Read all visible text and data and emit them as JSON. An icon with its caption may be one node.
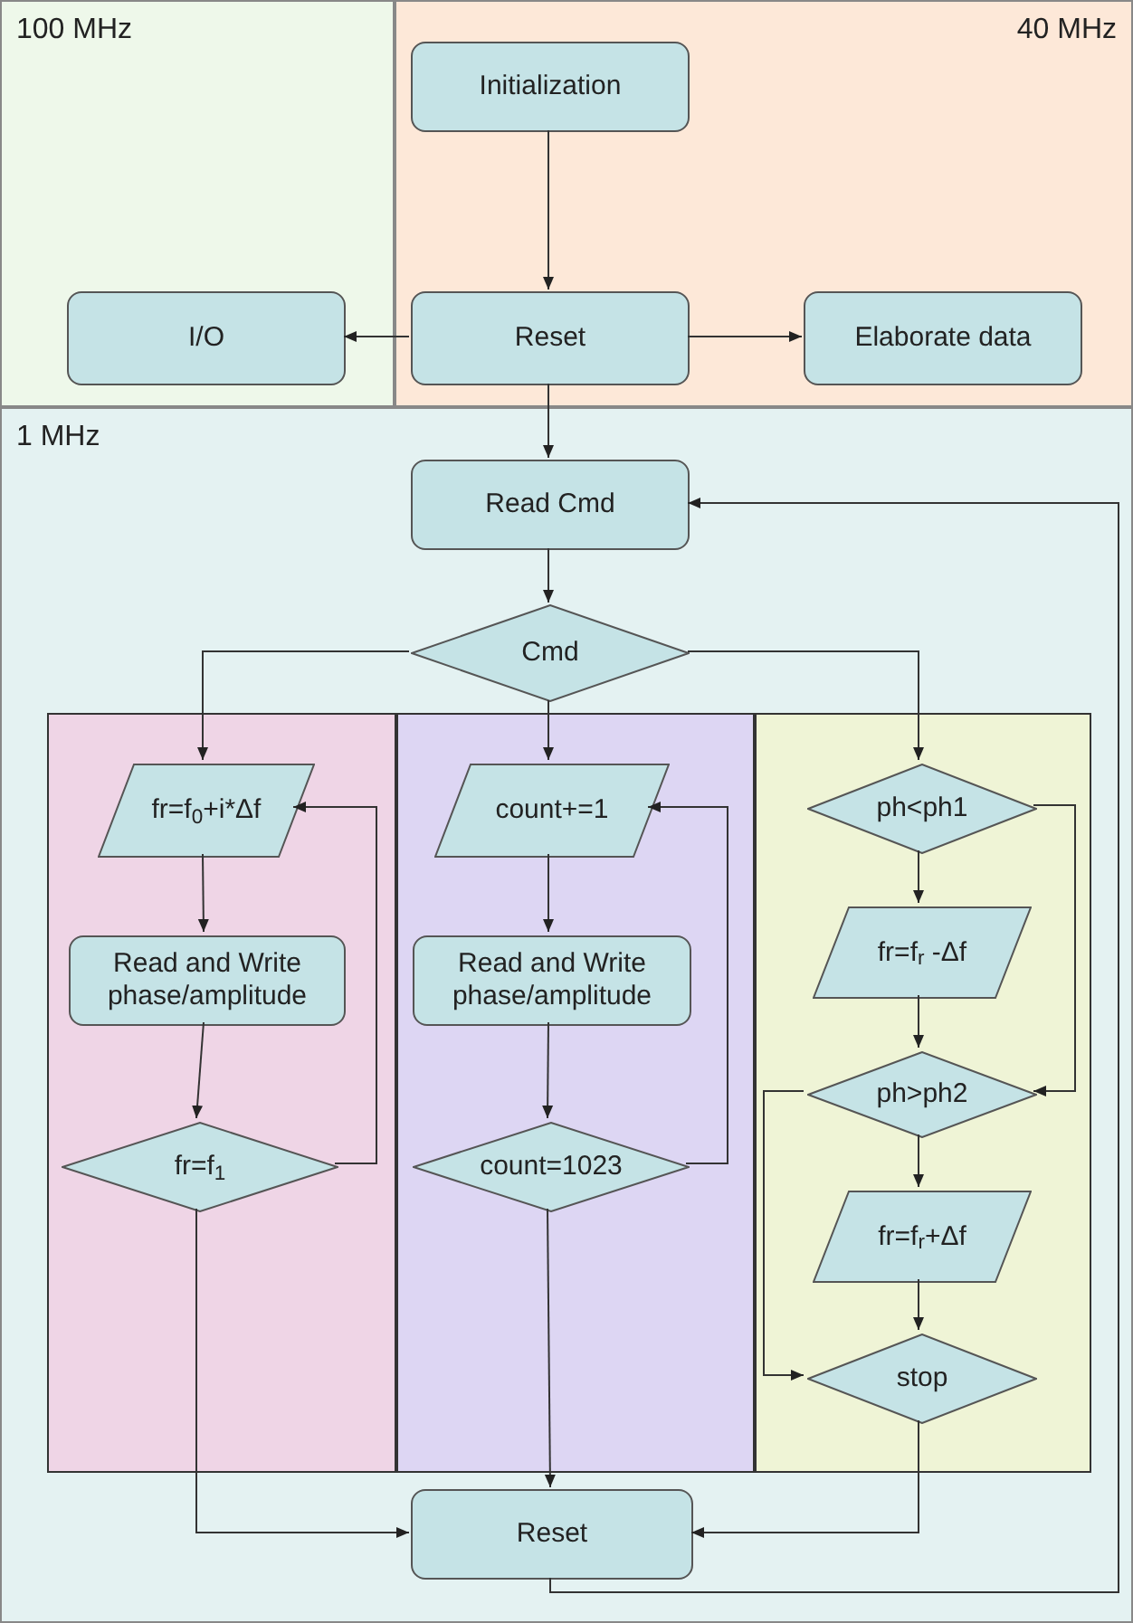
{
  "diagram": {
    "nodes": [
      {
        "text": [
          "100 MHz"
        ]
      },
      {
        "text": [
          "40 MHz"
        ]
      },
      {
        "text": [
          "1 MHz"
        ]
      },
      {
        "text": [
          "Initialization"
        ],
        "in": 1
      },
      {
        "text": [
          "I/O"
        ],
        "in": 0
      },
      {
        "text": [
          "Reset"
        ],
        "in": 1
      },
      {
        "text": [
          "Elaborate data"
        ],
        "in": 1
      },
      {
        "text": [
          "Read Cmd"
        ],
        "in": 2
      },
      {
        "text": [
          "Cmd"
        ],
        "in": 2
      },
      {
        "text": [],
        "shape": "box",
        "in": 2
      },
      {
        "text": [],
        "shape": "box",
        "in": 2
      },
      {
        "text": [],
        "shape": "box",
        "in": 2
      },
      {
        "text": [
          "fr=f$_{0}$+i*Δf"
        ],
        "in": 9
      },
      {
        "text": [
          "Read and Write phase/amplitude"
        ],
        "in": 9
      },
      {
        "text": [
          "fr=f$_{1}$"
        ],
        "in": 9
      },
      {
        "text": [
          "count+=1"
        ],
        "in": 10
      },
      {
        "text": [
          "Read and Write phase/amplitude"
        ],
        "in": 10
      },
      {
        "text": [
          "count=1023"
        ],
        "in": 10
      },
      {
        "text": [
          "ph<ph1"
        ],
        "in": 11
      },
      {
        "text": [
          "fr=f$_{r}$ -Δf"
        ],
        "in": 11
      },
      {
        "text": [
          "ph>ph2"
        ],
        "in": 11
      },
      {
        "text": [
          "fr=f$_{r}$+Δf"
        ],
        "in": 11
      },
      {
        "text": [
          "stop"
        ],
        "in": 11
      },
      {
        "text": [
          "Reset"
        ],
        "in": 2
      }
    ],
    "edges": [
      {
        "from": 3,
        "to": 5,
        "arrow": "to"
      },
      {
        "from": 5,
        "to": 4,
        "arrow": "to"
      },
      {
        "from": 5,
        "to": 6,
        "arrow": "to"
      },
      {
        "from": 5,
        "to": 7,
        "arrow": "to"
      },
      {
        "from": 7,
        "to": 8,
        "arrow": "to"
      },
      {
        "from": 8,
        "to": 12,
        "arrow": "to"
      },
      {
        "from": 8,
        "to": 15,
        "arrow": "to"
      },
      {
        "from": 8,
        "to": 18,
        "arrow": "to"
      },
      {
        "from": 12,
        "to": 13,
        "arrow": "to"
      },
      {
        "from": 13,
        "to": 14,
        "arrow": "to"
      },
      {
        "from": 14,
        "to": 12,
        "arrow": "to"
      },
      {
        "from": 15,
        "to": 16,
        "arrow": "to"
      },
      {
        "from": 16,
        "to": 17,
        "arrow": "to"
      },
      {
        "from": 17,
        "to": 15,
        "arrow": "to"
      },
      {
        "from": 17,
        "to": 23,
        "arrow": "to"
      },
      {
        "from": 14,
        "to": 23,
        "arrow": "to"
      },
      {
        "from": 18,
        "to": 19,
        "arrow": "to"
      },
      {
        "from": 18,
        "to": 20,
        "arrow": "to"
      },
      {
        "from": 19,
        "to": 20,
        "arrow": "to"
      },
      {
        "from": 20,
        "to": 21,
        "arrow": "to"
      },
      {
        "from": 20,
        "to": 22,
        "arrow": "to"
      },
      {
        "from": 21,
        "to": 22,
        "arrow": "to"
      },
      {
        "from": 22,
        "to": 23,
        "arrow": "to"
      },
      {
        "from": 23,
        "to": 7,
        "arrow": "to"
      }
    ]
  }
}
